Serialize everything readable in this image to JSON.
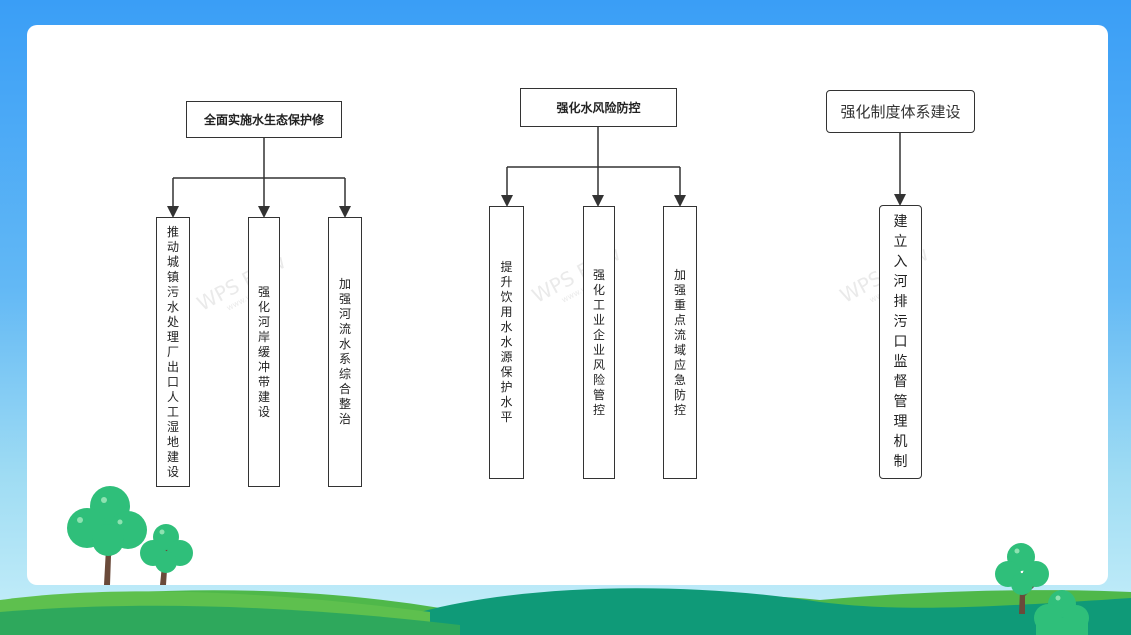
{
  "watermark": {
    "text": "WPS Flow",
    "sub": "www.wps.cn"
  },
  "groups": [
    {
      "title": "全面实施水生态保护修",
      "children": [
        "推动城镇污水处理厂出口人工湿地建设",
        "强化河岸缓冲带建设",
        "加强河流水系综合整治"
      ]
    },
    {
      "title": "强化水风险防控",
      "children": [
        "提升饮用水水源保护水平",
        "强化工业企业风险管控",
        "加强重点流域应急防控"
      ]
    },
    {
      "title": "强化制度体系建设",
      "children": [
        "建立入河排污口监督管理机制"
      ]
    }
  ],
  "colors": {
    "sky_top": "#3a9ef6",
    "card": "#ffffff",
    "box_border": "#333333",
    "hill_light": "#4fb84a",
    "hill_dark": "#0f9a78",
    "tree": "#2fbf7a",
    "trunk": "#6a4a3a"
  }
}
